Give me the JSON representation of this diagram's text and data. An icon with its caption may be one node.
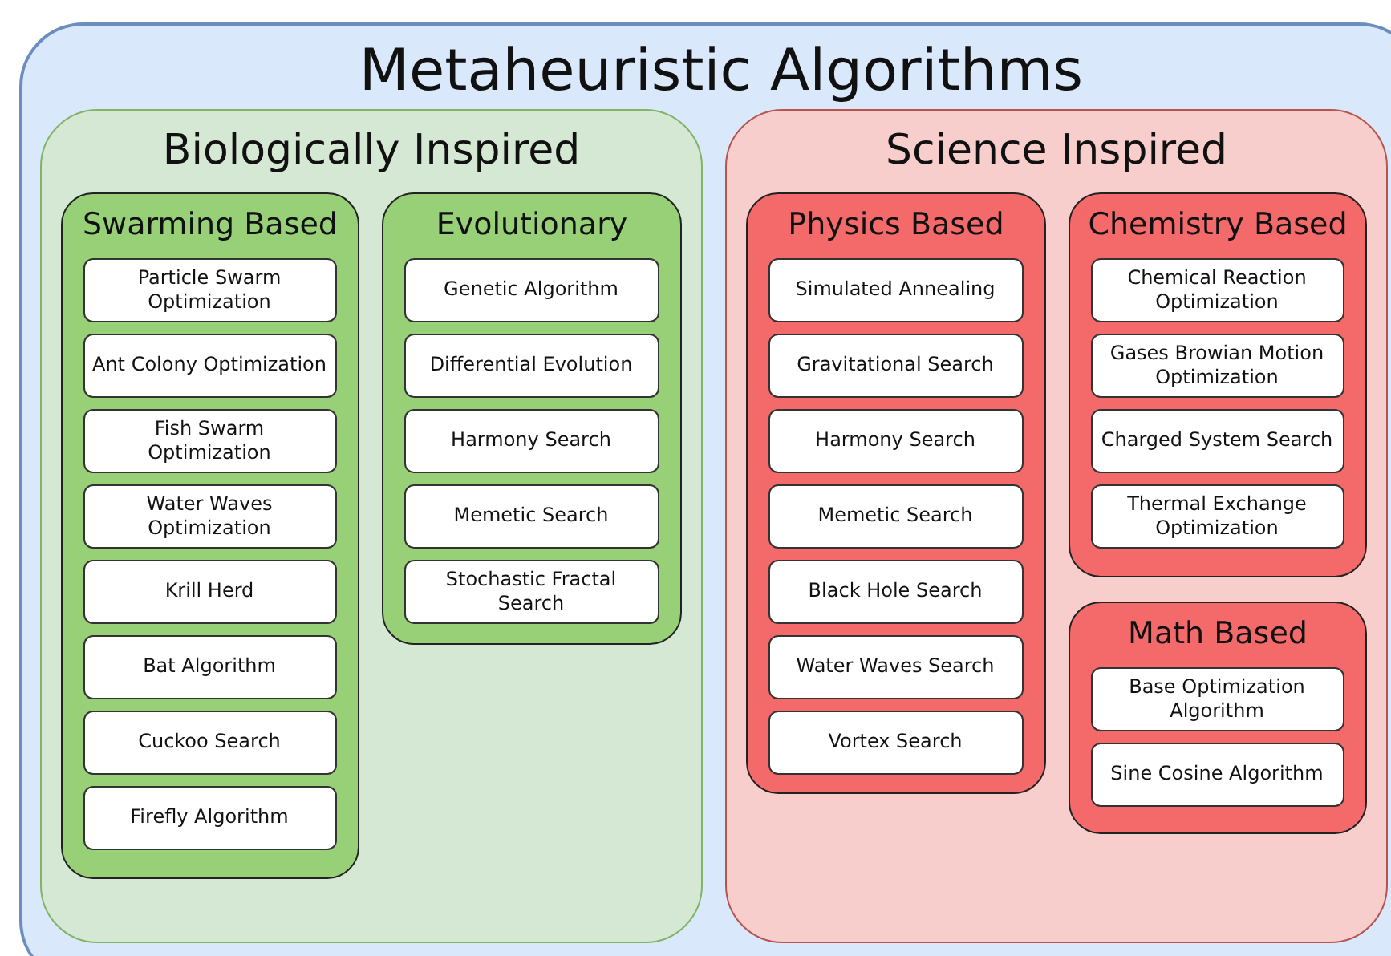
{
  "diagram": {
    "nodes": [
      {
        "text": [
          "Metaheuristic Algorithms"
        ]
      },
      {
        "text": [
          "Biologically Inspired"
        ],
        "in": 0
      },
      {
        "text": [
          "Swarming Based"
        ],
        "in": 1
      },
      {
        "text": [
          "Particle Swarm Optimization"
        ],
        "in": 2
      },
      {
        "text": [
          "Ant Colony Optimization"
        ],
        "in": 2
      },
      {
        "text": [
          "Fish Swarm Optimization"
        ],
        "in": 2
      },
      {
        "text": [
          "Water Waves Optimization"
        ],
        "in": 2
      },
      {
        "text": [
          "Krill Herd"
        ],
        "in": 2
      },
      {
        "text": [
          "Bat Algorithm"
        ],
        "in": 2
      },
      {
        "text": [
          "Cuckoo Search"
        ],
        "in": 2
      },
      {
        "text": [
          "Firefly Algorithm"
        ],
        "in": 2
      },
      {
        "text": [
          "Evolutionary"
        ],
        "in": 1
      },
      {
        "text": [
          "Genetic Algorithm"
        ],
        "in": 11
      },
      {
        "text": [
          "Differential Evolution"
        ],
        "in": 11
      },
      {
        "text": [
          "Harmony Search"
        ],
        "in": 11
      },
      {
        "text": [
          "Memetic Search"
        ],
        "in": 11
      },
      {
        "text": [
          "Stochastic Fractal Search"
        ],
        "in": 11
      },
      {
        "text": [
          "Science Inspired"
        ],
        "in": 0
      },
      {
        "text": [
          "Physics Based"
        ],
        "in": 17
      },
      {
        "text": [
          "Simulated Annealing"
        ],
        "in": 18
      },
      {
        "text": [
          "Gravitational Search"
        ],
        "in": 18
      },
      {
        "text": [
          "Harmony Search"
        ],
        "in": 18
      },
      {
        "text": [
          "Memetic Search"
        ],
        "in": 18
      },
      {
        "text": [
          "Black Hole Search"
        ],
        "in": 18
      },
      {
        "text": [
          "Water Waves Search"
        ],
        "in": 18
      },
      {
        "text": [
          "Vortex Search"
        ],
        "in": 18
      },
      {
        "text": [
          "Chemistry Based"
        ],
        "in": 17
      },
      {
        "text": [
          "Chemical Reaction Optimization"
        ],
        "in": 26
      },
      {
        "text": [
          "Gases Browian Motion Optimization"
        ],
        "in": 26
      },
      {
        "text": [
          "Charged System Search"
        ],
        "in": 26
      },
      {
        "text": [
          "Thermal Exchange Optimization"
        ],
        "in": 26
      },
      {
        "text": [
          "Math Based"
        ],
        "in": 17
      },
      {
        "text": [
          "Base Optimization Algorithm"
        ],
        "in": 31
      },
      {
        "text": [
          "Sine Cosine Algorithm"
        ],
        "in": 31
      }
    ]
  }
}
